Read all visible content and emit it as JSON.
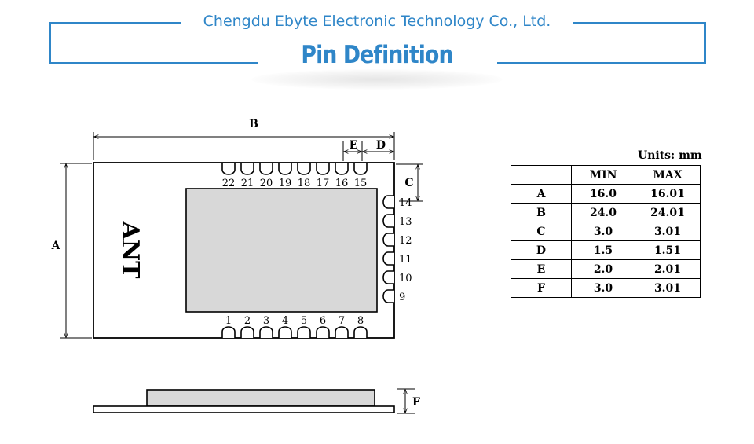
{
  "header": {
    "company": "Chengdu Ebyte Electronic Technology Co., Ltd.",
    "title": "Pin Definition"
  },
  "diagram": {
    "top_pins": [
      "22",
      "21",
      "20",
      "19",
      "18",
      "17",
      "16",
      "15"
    ],
    "side_pins": [
      "14",
      "13",
      "12",
      "11",
      "10",
      "9"
    ],
    "bottom_pins": [
      "1",
      "2",
      "3",
      "4",
      "5",
      "6",
      "7",
      "8"
    ],
    "antenna_label": "ANT",
    "dim_labels": {
      "a": "A",
      "b": "B",
      "c": "C",
      "d": "D",
      "e": "E",
      "f": "F"
    }
  },
  "table": {
    "units": "Units: mm",
    "headers": [
      "",
      "MIN",
      "MAX"
    ],
    "rows": [
      {
        "label": "A",
        "min": "16.0",
        "max": "16.01"
      },
      {
        "label": "B",
        "min": "24.0",
        "max": "24.01"
      },
      {
        "label": "C",
        "min": "3.0",
        "max": "3.01"
      },
      {
        "label": "D",
        "min": "1.5",
        "max": "1.51"
      },
      {
        "label": "E",
        "min": "2.0",
        "max": "2.01"
      },
      {
        "label": "F",
        "min": "3.0",
        "max": "3.01"
      }
    ]
  },
  "colors": {
    "accent": "#2f86c8",
    "shield": "#d8d8d8",
    "outline": "#000000"
  }
}
